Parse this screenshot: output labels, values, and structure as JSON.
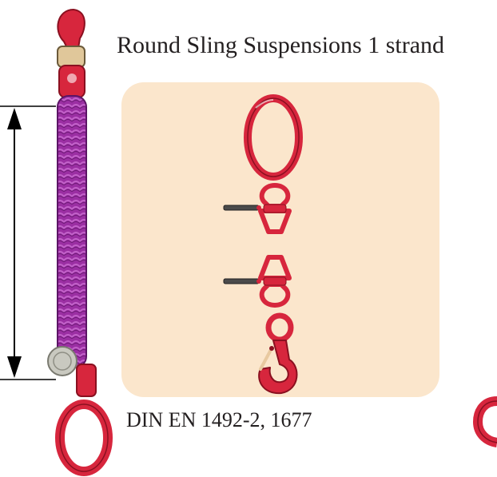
{
  "title": "Round Sling Suspensions 1 strand",
  "standard": "DIN EN 1492-2, 1677",
  "colors": {
    "panel_background": "#fbe6cc",
    "hardware_red": "#d7263d",
    "sling_purple": "#9b2fa3",
    "text": "#231f20"
  },
  "components": [
    "master-link",
    "connecting-link-pin",
    "connecting-link",
    "connecting-link-pin-2",
    "connecting-link-2",
    "safety-hook"
  ]
}
